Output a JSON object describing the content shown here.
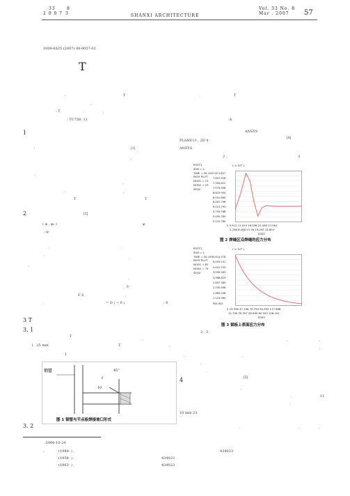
{
  "header": {
    "left_vol": "33",
    "left_no": "8",
    "left_year": "2 0 0 7",
    "left_month": "3",
    "center": "SHANXI   ARCHITECTURE",
    "right_vol": "Vol. 33  No. 8",
    "right_date": "Mar .   2007",
    "page": "57"
  },
  "article_id": "1009-6825 (2007) 08-0057-02",
  "title_char": "T",
  "abstract": {
    "colon1": ":",
    "t1": "T",
    "comma1": ",",
    "t2": "T",
    "comma2": ",",
    "key_colon": ": T",
    "comma3": ",",
    "comma4": ",",
    "clc": ": TU758. 11",
    "code": ":A"
  },
  "sections": {
    "s1": "1",
    "s2": "2",
    "s3": "3    T",
    "s31": "3. 1",
    "s32": "3. 2",
    "s4": "4"
  },
  "left_text": {
    "ref1": "[1]",
    "ref2": "[2]",
    "t_row_t1": "T",
    "t_row_t2": "T",
    "phi_row": "( φ ,  φ₀ )",
    "phi2": "φ",
    "phi3": "; φ",
    "fs": "F S ,",
    "formula": "= D ( − δ )",
    "dots": "- δ",
    "t_intro": "T",
    "dim": "l     ,    25  mm",
    "t_dim": "T",
    "one": "1"
  },
  "right_text": {
    "ansys_top": "ANSYS",
    "ref4": "[4]",
    "plane": "PLANE13 , 2D  4",
    "ansys2": "ANSYS",
    "two": "2      ,",
    "three": "3",
    "after": "2  ,    3    ,",
    "ref5": "[5]",
    "eleven": "11",
    "mm": "10  mm          23"
  },
  "fig1": {
    "caption": "图 1    钢管与节点板焊接坡口形式",
    "label_pipe": "钢管",
    "angle": "45°",
    "dim3": "3",
    "dim10": "10"
  },
  "fig2": {
    "caption": "图 2    焊缝区沿焊缝的应力分布",
    "info": [
      "POST1",
      "SUB = 1",
      "TIME = 50.195",
      "PATH PLOT",
      "NOD1 = 13",
      "NOD2 = 23",
      "SEQV"
    ],
    "scale": "( × 10⁴ )",
    "y_ticks": [
      "7.871.827",
      "7.607.916",
      "7.343.812",
      "7.079.908",
      "6.815.904",
      "6.551.669",
      "6.287.796",
      "6.023.792",
      "5.759.788",
      "5.495.784",
      "5.231.780"
    ],
    "x_top": "0    5.512   11.024  16.536  22.048   27.561",
    "x_bot": "2.756   8.268   13.78   19.292   24.804",
    "xlabel": "DIST"
  },
  "fig3": {
    "caption": "图 3    钢板上表面应力分布",
    "info": [
      "POST1",
      "SUB = 1",
      "TIME = 50.195",
      "PATH PLOT",
      "NOD1 = 82",
      "NOD2 = 75",
      "SEQV"
    ],
    "scale": "( × 10⁴ )",
    "y_ticks": [
      "5.614.578",
      "5.053.141",
      "4.491.703",
      "3.930.263",
      "3.368.823",
      "2.807.383",
      "2.245.946",
      "1.684.506",
      "1.123.064",
      "561.621"
    ],
    "x_top": "0    23.596   47.196  70.794  94.392  117.988",
    "x_bot": "11.799   35.397   58.995   82.593   106.191",
    "xlabel": "DIST"
  },
  "footnote": {
    "received": ":2006-10-24",
    "a1_year": "(1980- ) ,",
    "a1_code": "434023",
    "a2_year": "(1958- ) ,",
    "a2_code": "434023",
    "a3_year": "(1963- ) ,",
    "a3_code": "434023"
  }
}
